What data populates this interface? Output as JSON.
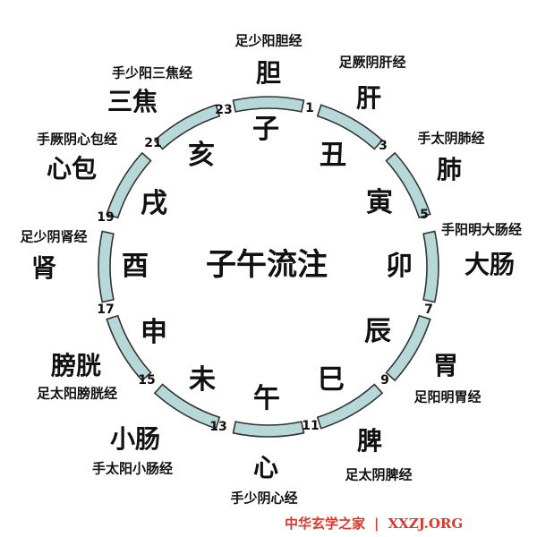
{
  "center_title": "子午流注",
  "colors": {
    "segment_fill": "#b7d8d9",
    "segment_stroke": "#333333",
    "watermark": "#e0362a"
  },
  "hours": [
    "23",
    "1",
    "3",
    "5",
    "7",
    "9",
    "11",
    "13",
    "15",
    "17",
    "19",
    "21"
  ],
  "branches": [
    "子",
    "丑",
    "寅",
    "卯",
    "辰",
    "巳",
    "午",
    "未",
    "申",
    "酉",
    "戌",
    "亥"
  ],
  "organs": [
    "胆",
    "肝",
    "肺",
    "大肠",
    "胃",
    "脾",
    "心",
    "小肠",
    "膀胱",
    "肾",
    "心包",
    "三焦"
  ],
  "meridians": [
    "足少阳胆经",
    "足厥阴肝经",
    "手太阴肺经",
    "手阳明大肠经",
    "足阳明胃经",
    "足太阴脾经",
    "手少阴心经",
    "手太阳小肠经",
    "足太阳膀胱经",
    "足少阴肾经",
    "手厥阴心包经",
    "手少阳三焦经"
  ],
  "watermark": {
    "brand": "中华玄学之家",
    "separator": "|",
    "site": "XXZJ.ORG"
  }
}
